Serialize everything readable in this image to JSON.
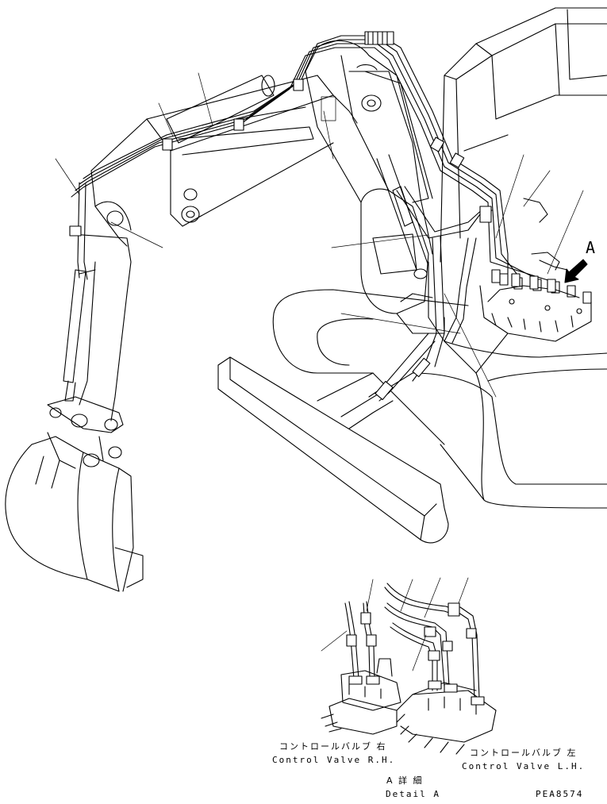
{
  "labels": {
    "view_arrow": "A",
    "cv_rh_jp": "コントロールバルブ 右",
    "cv_rh_en": "Control Valve R.H.",
    "cv_lh_jp": "コントロールバルブ 左",
    "cv_lh_en": "Control Valve L.H.",
    "detail_jp": "A 詳 細",
    "detail_en": "Detail A",
    "drawing_no": "PEA8574"
  }
}
